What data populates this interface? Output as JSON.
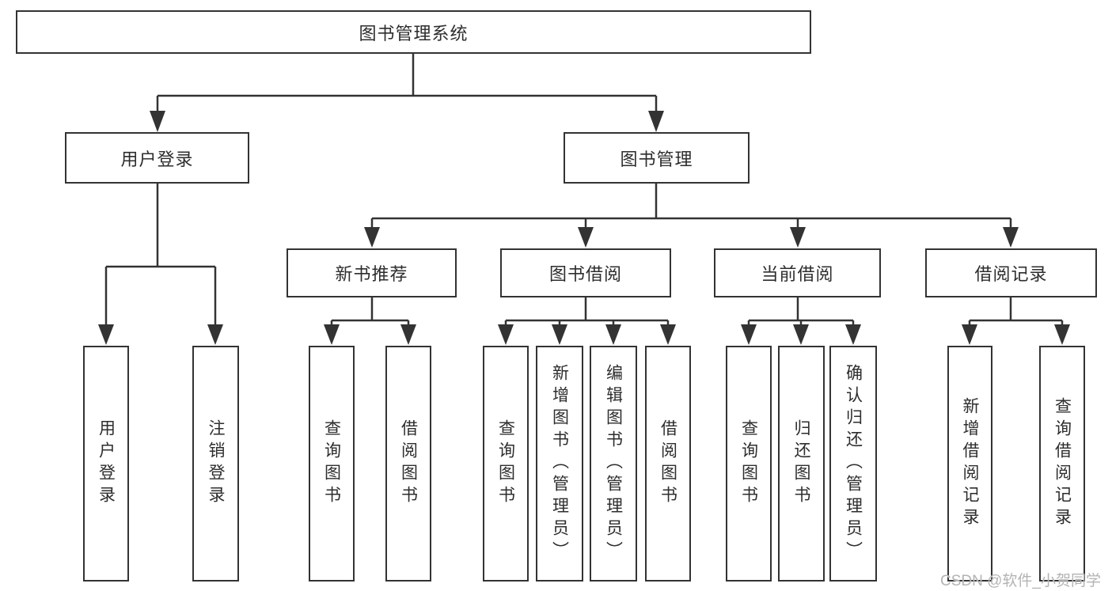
{
  "diagram": {
    "root": {
      "label": "图书管理系统"
    },
    "branches": [
      {
        "label": "用户登录",
        "leaves": [
          {
            "label": "用户登录"
          },
          {
            "label": "注销登录"
          }
        ]
      },
      {
        "label": "图书管理",
        "groups": [
          {
            "label": "新书推荐",
            "leaves": [
              {
                "label": "查询图书"
              },
              {
                "label": "借阅图书"
              }
            ]
          },
          {
            "label": "图书借阅",
            "leaves": [
              {
                "label": "查询图书"
              },
              {
                "label": "新增图书（管理员）"
              },
              {
                "label": "编辑图书（管理员）"
              },
              {
                "label": "借阅图书"
              }
            ]
          },
          {
            "label": "当前借阅",
            "leaves": [
              {
                "label": "查询图书"
              },
              {
                "label": "归还图书"
              },
              {
                "label": "确认归还（管理员）"
              }
            ]
          },
          {
            "label": "借阅记录",
            "leaves": [
              {
                "label": "新增借阅记录"
              },
              {
                "label": "查询借阅记录"
              }
            ]
          }
        ]
      }
    ]
  },
  "watermark": {
    "text": "CSDN @软件_小贺同学"
  },
  "colors": {
    "line": "#333333",
    "box_border": "#333333",
    "box_fill": "#ffffff",
    "text": "#2d2d2d",
    "watermark": "#b3b3b3",
    "background": "#ffffff"
  }
}
